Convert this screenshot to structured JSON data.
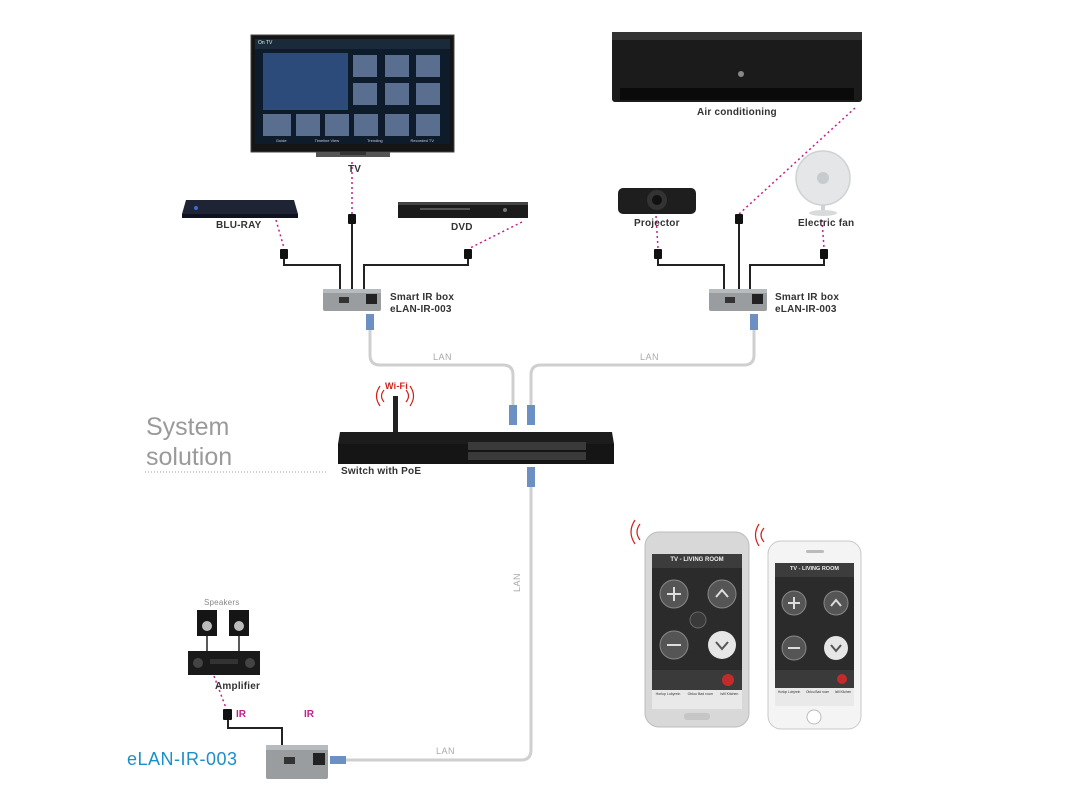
{
  "labels": {
    "tv": "TV",
    "air_conditioning": "Air conditioning",
    "blu_ray": "BLU-RAY",
    "dvd": "DVD",
    "projector": "Projector",
    "electric_fan": "Electric fan",
    "smart_ir_box_left": "Smart IR box",
    "smart_ir_model_left": "eLAN-IR-003",
    "smart_ir_box_right": "Smart IR box",
    "smart_ir_model_right": "eLAN-IR-003",
    "wifi": "Wi-Fi",
    "switch": "Switch with PoE",
    "system_line1": "System",
    "system_line2": "solution",
    "speakers": "Speakers",
    "amplifier": "Amplifier",
    "ir_left": "IR",
    "ir_right": "IR",
    "bottom_model": "eLAN-IR-003",
    "lan_left": "LAN",
    "lan_right": "LAN",
    "lan_vertical": "LAN",
    "lan_bottom": "LAN"
  },
  "tv_screen": {
    "brand": "On TV",
    "menu": [
      "Guide",
      "Timeline View",
      "Trending",
      "Recorded TV"
    ]
  },
  "phones": {
    "left_title": "TV - LIVING ROOM",
    "right_title": "TV - LIVING ROOM",
    "left_tabs": [
      "Horlop Lobyrein",
      "Oblou Bad room",
      "Isfil Kitchen"
    ],
    "right_tabs": [
      "Horlop Lobyrein",
      "Oblou Bad room",
      "Isfil Kitchen"
    ]
  },
  "colors": {
    "ir_accent": "#c0208a",
    "lan_cable": "#cfcfcf",
    "model_text": "#1a8fc9",
    "wifi_text": "#d0201a"
  }
}
